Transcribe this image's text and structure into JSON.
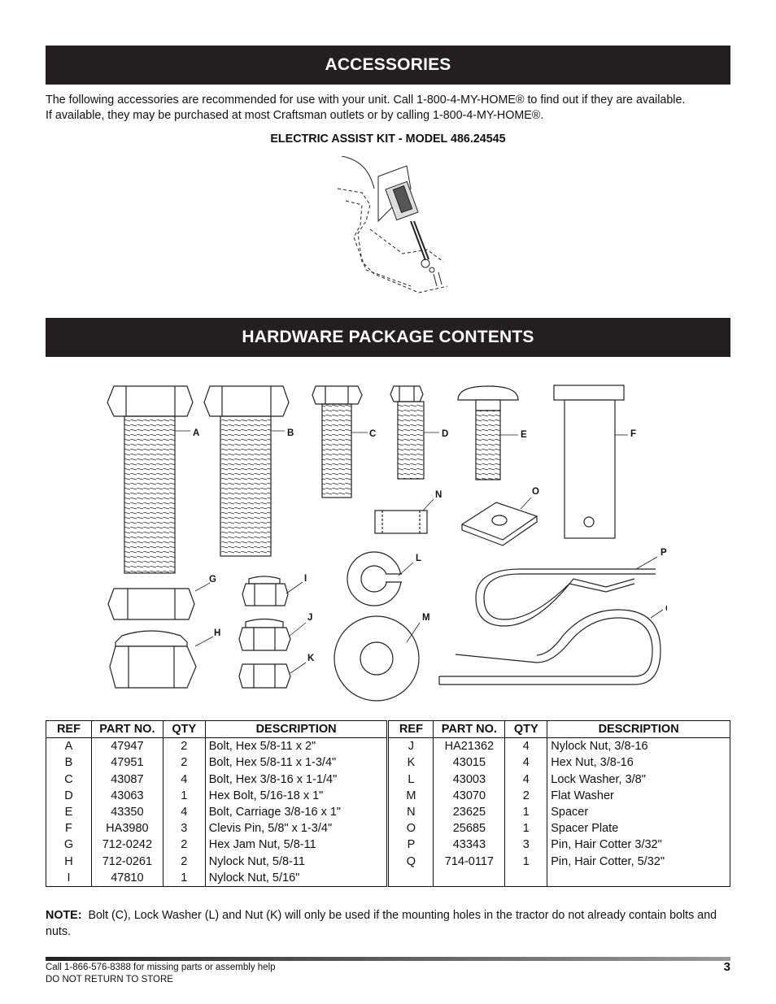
{
  "accessories": {
    "heading": "ACCESSORIES",
    "intro_line1": "The following accessories are recommended for use with your unit. Call 1-800-4-MY-HOME® to find out if they are available.",
    "intro_line2": "If available, they may be purchased at most Craftsman outlets or by calling 1-800-4-MY-HOME®.",
    "kit_title": "ELECTRIC ASSIST KIT - MODEL 486.24545"
  },
  "hardware": {
    "heading": "HARDWARE PACKAGE CONTENTS",
    "labels": [
      "A",
      "B",
      "C",
      "D",
      "E",
      "F",
      "G",
      "H",
      "I",
      "J",
      "K",
      "L",
      "M",
      "N",
      "O",
      "P",
      "Q"
    ]
  },
  "table": {
    "headers": [
      "REF",
      "PART NO.",
      "QTY",
      "DESCRIPTION",
      "REF",
      "PART NO.",
      "QTY",
      "DESCRIPTION"
    ],
    "rows": [
      [
        "A",
        "47947",
        "2",
        "Bolt, Hex 5/8-11 x 2\"",
        "J",
        "HA21362",
        "4",
        "Nylock Nut, 3/8-16"
      ],
      [
        "B",
        "47951",
        "2",
        "Bolt, Hex 5/8-11 x 1-3/4\"",
        "K",
        "43015",
        "4",
        "Hex Nut, 3/8-16"
      ],
      [
        "C",
        "43087",
        "4",
        "Bolt, Hex 3/8-16 x 1-1/4\"",
        "L",
        "43003",
        "4",
        "Lock Washer, 3/8\""
      ],
      [
        "D",
        "43063",
        "1",
        "Hex Bolt, 5/16-18 x 1\"",
        "M",
        "43070",
        "2",
        "Flat Washer"
      ],
      [
        "E",
        "43350",
        "4",
        "Bolt, Carriage 3/8-16 x 1\"",
        "N",
        "23625",
        "1",
        "Spacer"
      ],
      [
        "F",
        "HA3980",
        "3",
        "Clevis Pin, 5/8\" x 1-3/4\"",
        "O",
        "25685",
        "1",
        "Spacer Plate"
      ],
      [
        "G",
        "712-0242",
        "2",
        "Hex Jam Nut, 5/8-11",
        "P",
        "43343",
        "3",
        "Pin, Hair Cotter 3/32\""
      ],
      [
        "H",
        "712-0261",
        "2",
        "Nylock Nut, 5/8-11",
        "Q",
        "714-0117",
        "1",
        "Pin, Hair Cotter, 5/32\""
      ],
      [
        "I",
        "47810",
        "1",
        "Nylock Nut, 5/16\"",
        "",
        "",
        "",
        ""
      ]
    ]
  },
  "note": {
    "label": "NOTE:",
    "text": "Bolt (C), Lock Washer (L) and Nut (K) will only be used if the mounting holes in the tractor do not already contain bolts and nuts."
  },
  "footer": {
    "line1": "Call 1-866-576-8388 for missing parts or assembly help",
    "line2": "DO NOT RETURN TO STORE",
    "page": "3"
  }
}
